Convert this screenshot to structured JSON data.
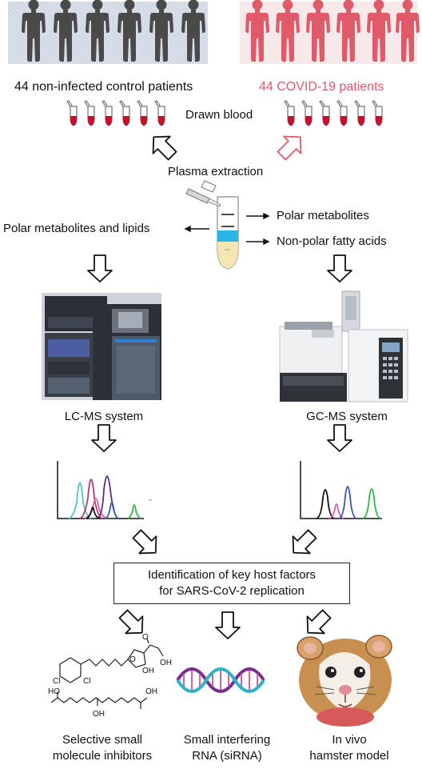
{
  "groups": {
    "control_label": "44 non-infected control patients",
    "covid_label": "44 COVID-19 patients"
  },
  "steps": {
    "drawn_blood": "Drawn blood",
    "plasma_extraction": "Plasma extraction"
  },
  "fractions": {
    "left": "Polar metabolites and lipids",
    "right_top": "Polar metabolites",
    "right_bottom": "Non-polar fatty acids"
  },
  "instruments": {
    "lc": "LC-MS system",
    "gc": "GC-MS system"
  },
  "key_box": {
    "line1": "Identification of key host factors",
    "line2": "for SARS-CoV-2 replication"
  },
  "outcomes": {
    "inhibitors_line1": "Selective small",
    "inhibitors_line2": "molecule inhibitors",
    "sirna_line1": "Small interfering",
    "sirna_line2": "RNA (siRNA)",
    "hamster_line1": "In vivo",
    "hamster_line2": "hamster model"
  },
  "chem": {
    "cl": "Cl",
    "o": "O",
    "oh": "OH",
    "ho": "HO"
  },
  "colors": {
    "control": "#4a4a4a",
    "covid": "#e05a6a",
    "blood": "#c8102e",
    "plasma_blue": "#29b6e6"
  }
}
